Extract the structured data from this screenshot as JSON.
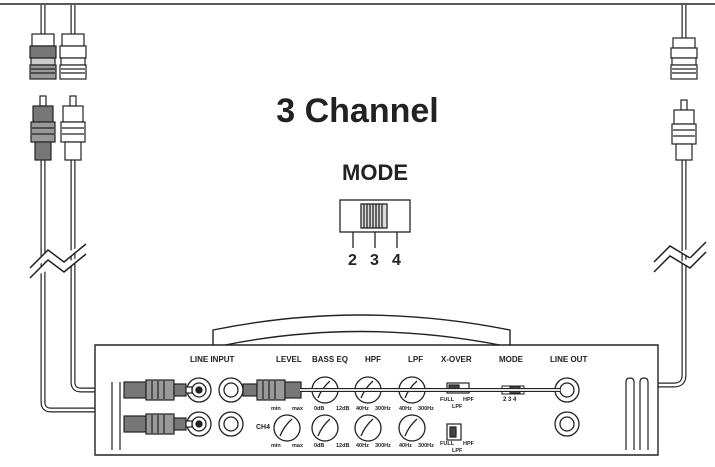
{
  "diagram": {
    "title": "3 Channel",
    "mode_switch": {
      "title": "MODE",
      "positions": [
        "2",
        "3",
        "4"
      ]
    },
    "amplifier": {
      "sections": {
        "line_input": "LINE INPUT",
        "level": "LEVEL",
        "bass_eq": "BASS EQ",
        "hpf": "HPF",
        "lpf": "LPF",
        "xover": "X-OVER",
        "mode": "MODE",
        "line_out": "LINE OUT",
        "ch4": "CH4"
      },
      "knob_scales": {
        "level": [
          "min",
          "max"
        ],
        "bass_eq": [
          "0dB",
          "12dB"
        ],
        "hpf": [
          "40Hz",
          "300Hz"
        ],
        "lpf": [
          "40Hz",
          "300Hz"
        ]
      },
      "xover_labels": {
        "full": "FULL",
        "hpf": "HPF",
        "lpf": "LPF"
      },
      "mode_small": "2 3 4"
    }
  }
}
